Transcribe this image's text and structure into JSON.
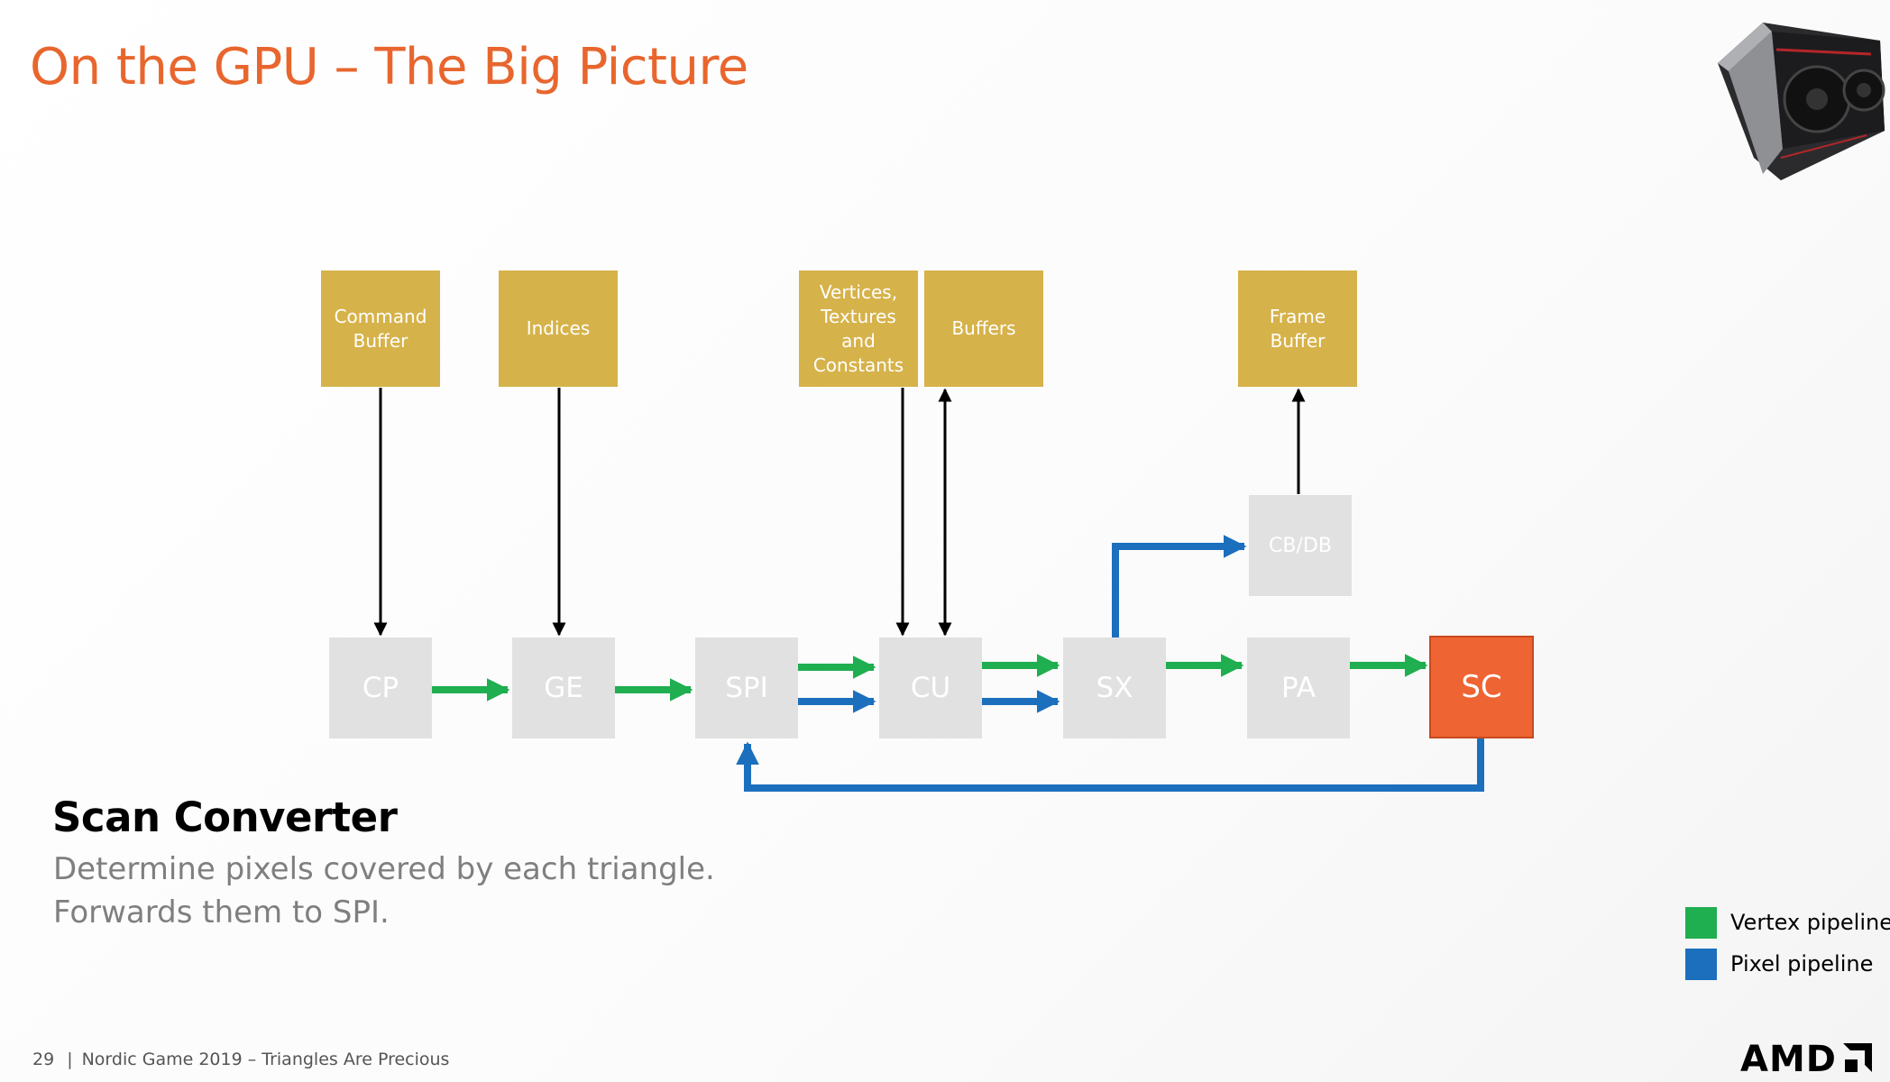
{
  "title": "On the GPU – The Big Picture",
  "inputs": [
    {
      "id": "command-buffer",
      "label": "Command Buffer"
    },
    {
      "id": "indices",
      "label": "Indices"
    },
    {
      "id": "vtc",
      "label": "Vertices, Textures and Constants"
    },
    {
      "id": "buffers",
      "label": "Buffers"
    },
    {
      "id": "frame-buffer",
      "label": "Frame Buffer"
    }
  ],
  "stages": [
    {
      "id": "cp",
      "label": "CP"
    },
    {
      "id": "ge",
      "label": "GE"
    },
    {
      "id": "spi",
      "label": "SPI"
    },
    {
      "id": "cu",
      "label": "CU"
    },
    {
      "id": "sx",
      "label": "SX"
    },
    {
      "id": "pa",
      "label": "PA"
    },
    {
      "id": "sc",
      "label": "SC",
      "highlighted": true
    },
    {
      "id": "cbdb",
      "label": "CB/DB"
    }
  ],
  "section": {
    "heading": "Scan Converter",
    "lines": [
      "Determine pixels covered by each triangle.",
      "Forwards them to SPI."
    ]
  },
  "legend": [
    {
      "label": "Vertex pipeline",
      "color": "#1fae50"
    },
    {
      "label": "Pixel pipeline",
      "color": "#1c6fbd"
    }
  ],
  "footer": {
    "page": "29",
    "text": "Nordic Game 2019 – Triangles Are Precious"
  },
  "logo": "AMD",
  "colors": {
    "accent": "#e8662e",
    "input_box": "#d6b24a",
    "stage_box": "#e1e1e1",
    "highlight_stage": "#ee6433",
    "vertex": "#1fae50",
    "pixel": "#1c6fbd"
  },
  "icons": [
    "gpu-card-image",
    "amd-logo-arrow-icon"
  ]
}
